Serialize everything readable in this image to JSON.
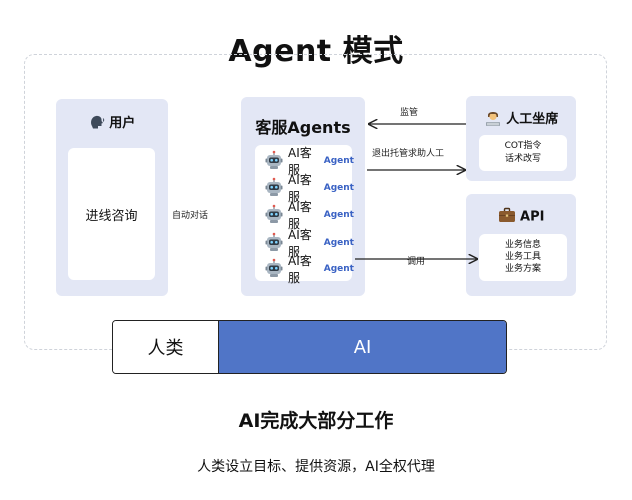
{
  "title": "Agent 模式",
  "user_panel": {
    "title": "用户",
    "icon": "speaking-head-icon",
    "content": "进线咨询"
  },
  "agents_panel": {
    "title": "客服Agents",
    "agents": [
      {
        "name": "AI客服",
        "tag": "Agent",
        "icon": "robot-icon"
      },
      {
        "name": "AI客服",
        "tag": "Agent",
        "icon": "robot-icon"
      },
      {
        "name": "AI客服",
        "tag": "Agent",
        "icon": "robot-icon"
      },
      {
        "name": "AI客服",
        "tag": "Agent",
        "icon": "robot-icon"
      },
      {
        "name": "AI客服",
        "tag": "Agent",
        "icon": "robot-icon"
      }
    ]
  },
  "human_panel": {
    "title": "人工坐席",
    "icon": "office-worker-icon",
    "lines": [
      "COT指令",
      "话术改写"
    ]
  },
  "api_panel": {
    "title": "API",
    "icon": "briefcase-icon",
    "lines": [
      "业务信息",
      "业务工具",
      "业务方案"
    ]
  },
  "arrows": {
    "user_to_agents": "自动对话",
    "human_to_agents": "监管",
    "agents_to_human": "退出托管求助人工",
    "agents_to_api": "调用"
  },
  "bar": {
    "human_label": "人类",
    "ai_label": "AI"
  },
  "footer": {
    "headline": "AI完成大部分工作",
    "subline": "人类设立目标、提供资源，AI全权代理"
  },
  "colors": {
    "panel_bg": "#e3e7f5",
    "ai_blue": "#5075c7",
    "agent_tag": "#3a62c4"
  }
}
